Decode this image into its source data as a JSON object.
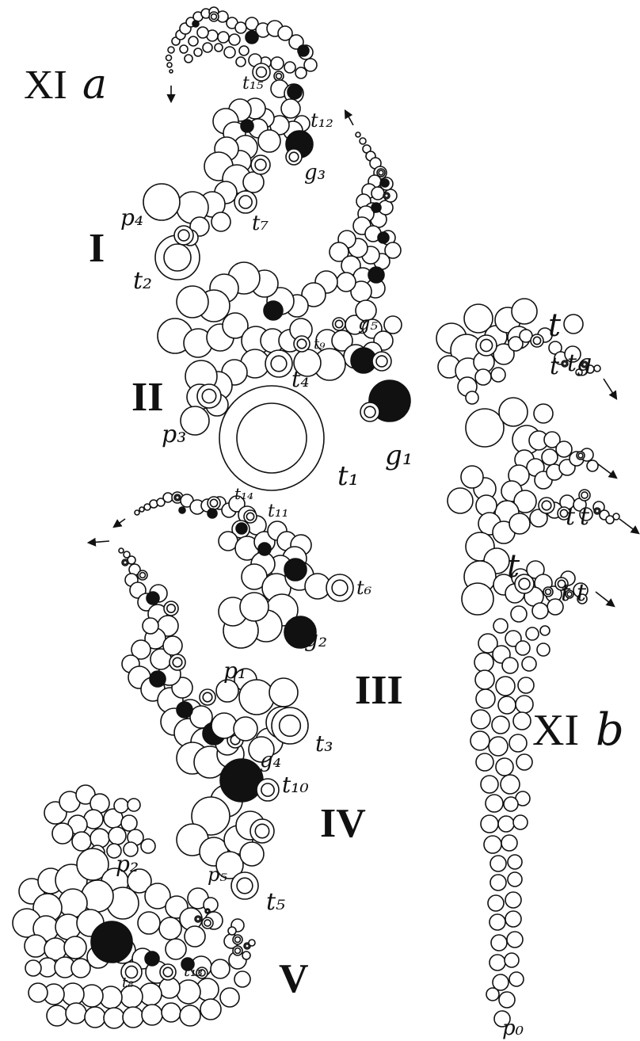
{
  "figure": {
    "plate_labels": {
      "left_numeral": "XI",
      "left_letter": "a",
      "right_numeral": "XI",
      "right_letter": "b"
    },
    "group_numerals": {
      "g1": "I",
      "g2": "II",
      "g3": "III",
      "g4": "IV",
      "g5": "V"
    },
    "cell_labels": {
      "t15": "t₁₅",
      "t12": "t₁₂",
      "g3": "g₃",
      "p4": "p₄",
      "t7": "t₇",
      "t2": "t₂",
      "g5": "g₅",
      "t9": "t₉",
      "t4": "t₄",
      "p3": "p₃",
      "g1": "g₁",
      "t1": "t₁",
      "t14": "t₁₄",
      "t11": "t₁₁",
      "t6": "t₆",
      "g2": "g₂",
      "p1": "p₁",
      "t3": "t₃",
      "g4": "g₄",
      "t10": "t₁₀",
      "p2": "p₂",
      "p5": "p₅",
      "t5": "t₅",
      "t8": "t₈",
      "t13": "t₁₃",
      "p0": "p₀",
      "b_t1": "t",
      "b_t2": "t",
      "b_tg": "tg",
      "b_t3": "t",
      "b_t4": "t",
      "b_t5": "t",
      "b_t6": "t",
      "b_t7": "t"
    },
    "colors": {
      "ink": "#111111",
      "paper": "#ffffff"
    }
  }
}
